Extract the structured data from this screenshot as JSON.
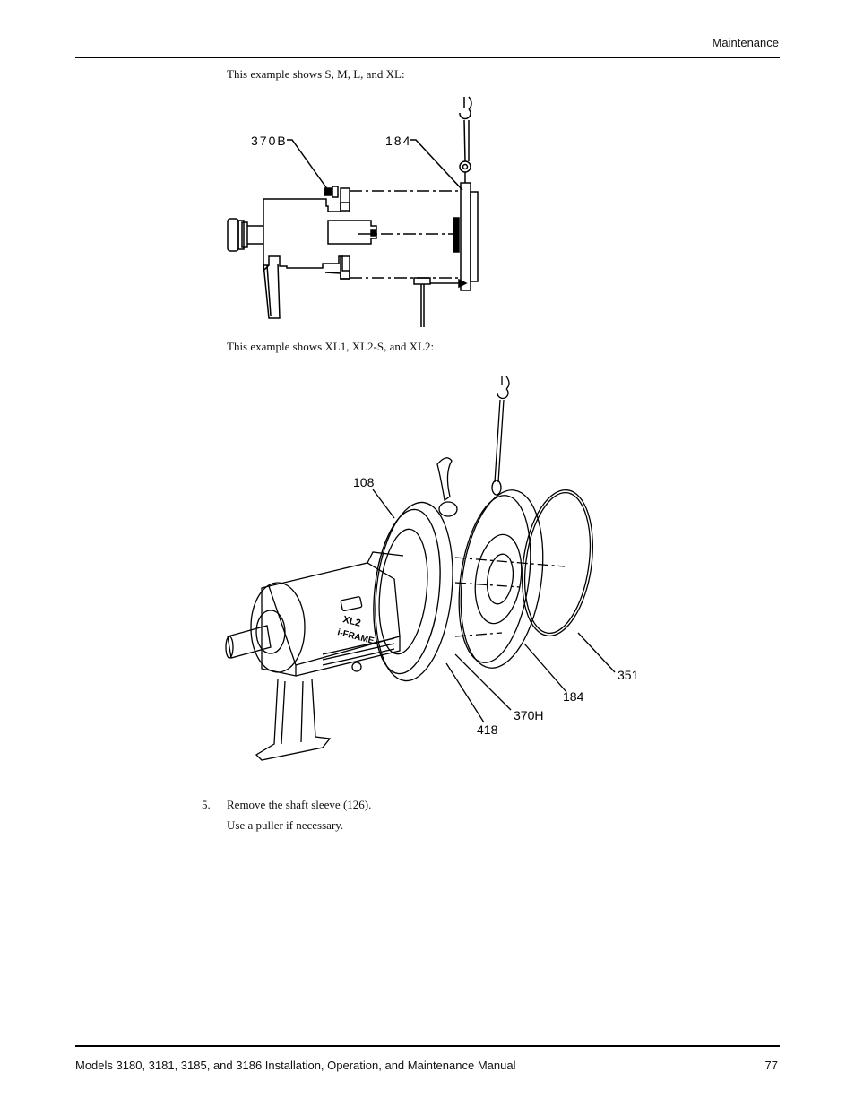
{
  "header": {
    "section": "Maintenance"
  },
  "captions": {
    "first": "This example shows S, M, L, and XL:",
    "second": "This example shows XL1, XL2-S, and XL2:"
  },
  "figure1": {
    "labels": {
      "bolt": "370B",
      "cover": "184"
    }
  },
  "figure2": {
    "labels": {
      "frame": "108",
      "gasket": "351",
      "cover": "184",
      "bolt": "370H",
      "jack": "418",
      "model": "XL2",
      "frame_text": "i-FRAME"
    }
  },
  "steps": [
    {
      "number": "5.",
      "text": "Remove the shaft sleeve (126).",
      "note": "Use a puller if necessary."
    }
  ],
  "footer": {
    "title": "Models 3180, 3181, 3185, and 3186 Installation, Operation, and Maintenance Manual",
    "page": "77"
  }
}
